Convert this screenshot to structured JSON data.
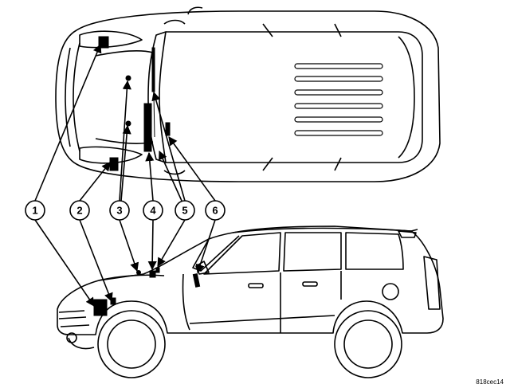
{
  "figure": {
    "code": "818cec14",
    "callouts": [
      {
        "label": "1"
      },
      {
        "label": "2"
      },
      {
        "label": "3"
      },
      {
        "label": "4"
      },
      {
        "label": "5"
      },
      {
        "label": "6"
      }
    ]
  }
}
